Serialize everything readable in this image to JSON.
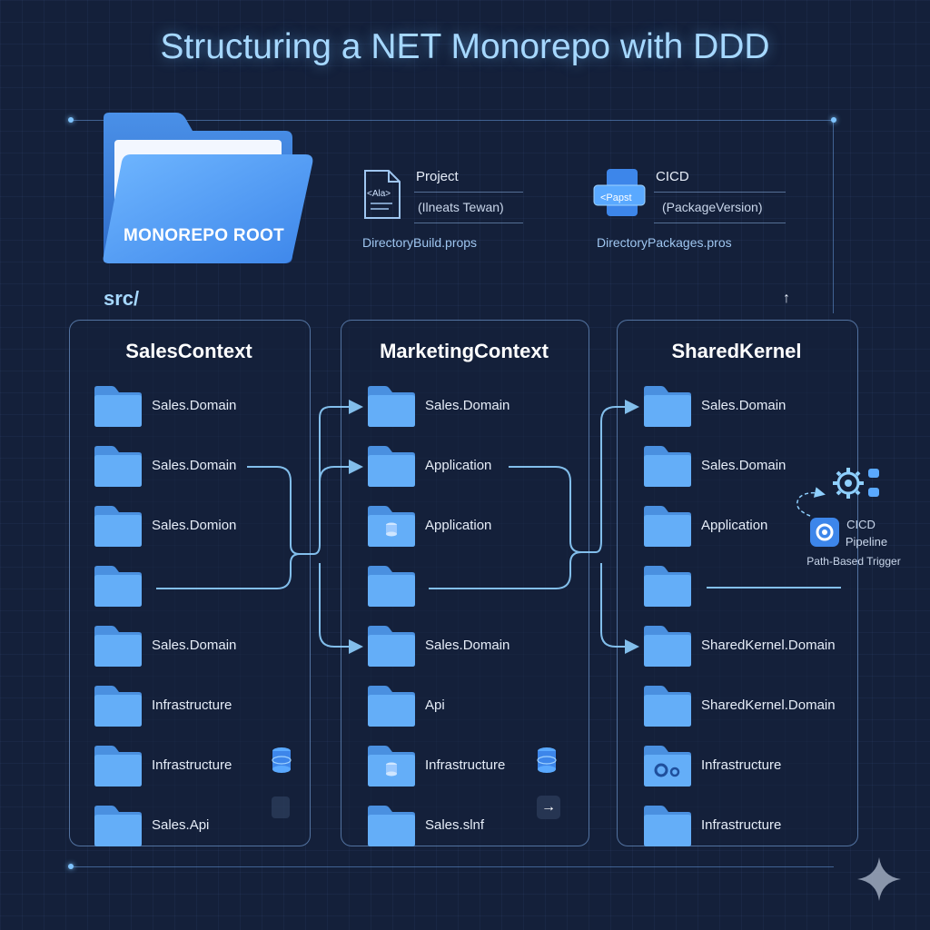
{
  "title": "Structuring a NET Monorepo with DDD",
  "root": {
    "label": "MONOREPO ROOT"
  },
  "configs": [
    {
      "label": "Project",
      "subtitle": "(Ilneats Tewan)",
      "file": "DirectoryBuild.props",
      "badge": "<Ala>"
    },
    {
      "label": "CICD",
      "subtitle": "(PackageVersion)",
      "file": "DirectoryPackages.pros",
      "badge": "<Papst"
    }
  ],
  "src_label": "src/",
  "contexts": [
    {
      "title": "SalesContext",
      "items": [
        "Sales.Domain",
        "Sales.Domain",
        "Sales.Domion",
        "",
        "Sales.Domain",
        "Infrastructure",
        "Infrastructure",
        "Sales.Api"
      ]
    },
    {
      "title": "MarketingContext",
      "items": [
        "Sales.Domain",
        "Application",
        "Application",
        "",
        "Sales.Domain",
        "Api",
        "Infrastructure",
        "Sales.slnf"
      ]
    },
    {
      "title": "SharedKernel",
      "items": [
        "Sales.Domain",
        "Sales.Domain",
        "Application",
        "",
        "SharedKernel.Domain",
        "SharedKernel.Domain",
        "Infrastructure",
        "Infrastructure"
      ]
    }
  ],
  "pipeline": {
    "line1": "CICD",
    "line2": "Pipeline",
    "trigger": "Path-Based Trigger"
  },
  "colors": {
    "background": "#14203a",
    "accent": "#7fc4ff",
    "folder": "#5aa9ff",
    "title": "#a6d8ff"
  }
}
